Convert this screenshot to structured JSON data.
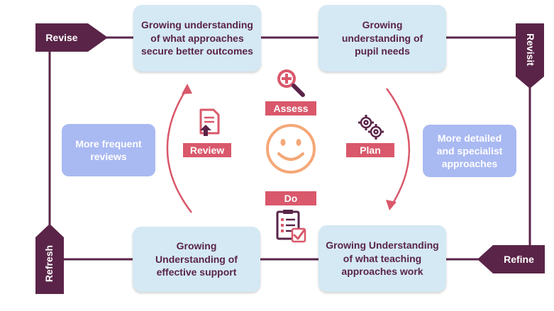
{
  "nodes": {
    "top_left": "Growing understanding of what approaches secure better outcomes",
    "top_right": "Growing understanding of pupil needs",
    "bottom_left": "Growing Understanding of effective support",
    "bottom_right": "Growing Understanding of what teaching approaches work"
  },
  "side_notes": {
    "left": "More frequent reviews",
    "right": "More detailed and specialist approaches"
  },
  "cycle_steps": {
    "assess": "Assess",
    "plan": "Plan",
    "do": "Do",
    "review": "Review"
  },
  "corner_tags": {
    "revise": "Revise",
    "revisit": "Revisit",
    "refine": "Refine",
    "refresh": "Refresh"
  },
  "icons": {
    "assess": "magnifier-plus-icon",
    "plan": "gears-icon",
    "do": "checklist-icon",
    "review": "document-upload-icon",
    "center": "smiley-face-icon"
  },
  "colors": {
    "outer_frame": "#5a2448",
    "node_fill": "#d4e9f4",
    "side_note_fill": "#a9b9f2",
    "step_tag": "#d9586b",
    "smiley": "#f4a878"
  }
}
